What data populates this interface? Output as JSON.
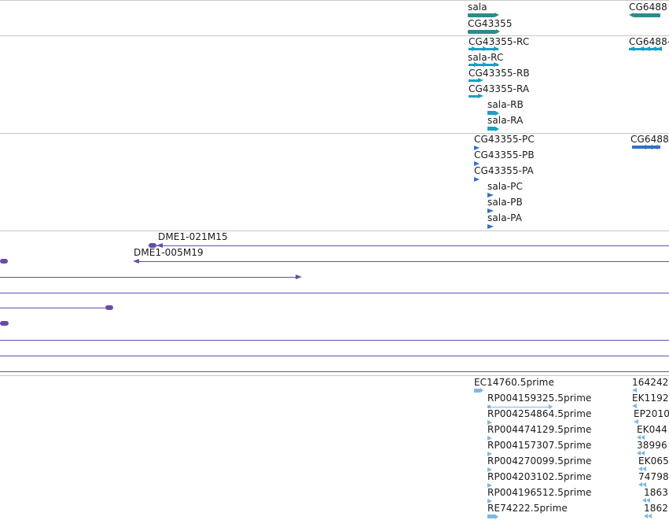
{
  "colors": {
    "gene": "#2e8b8b",
    "transcript": "#1aa0c0",
    "cds": "#3070c8",
    "clone": "#6a4ca8",
    "est": "#7eb8e0",
    "border": "#c8c8c8"
  },
  "gene_track": {
    "labels": [
      "sala",
      "CG43355",
      "CG6488"
    ]
  },
  "transcript_track": {
    "labels": [
      "CG43355-RC",
      "sala-RC",
      "CG43355-RB",
      "CG43355-RA",
      "sala-RB",
      "sala-RA",
      "CG6488-"
    ]
  },
  "cds_track": {
    "labels": [
      "CG43355-PC",
      "CG43355-PB",
      "CG43355-PA",
      "sala-PC",
      "sala-PB",
      "sala-PA",
      "CG6488"
    ]
  },
  "clone_track": {
    "labels": [
      "DME1-021M15",
      "DME1-005M19"
    ]
  },
  "est_track": {
    "labels": [
      "EC14760.5prime",
      "RP004159325.5prime",
      "RP004254864.5prime",
      "RP004474129.5prime",
      "RP004157307.5prime",
      "RP004270099.5prime",
      "RP004203102.5prime",
      "RP004196512.5prime",
      "RE74222.5prime"
    ],
    "right_labels": [
      "164242",
      "EK1192",
      "EP2010",
      "EK044",
      "38996",
      "EK065",
      "74798",
      "1863",
      "1862"
    ]
  }
}
